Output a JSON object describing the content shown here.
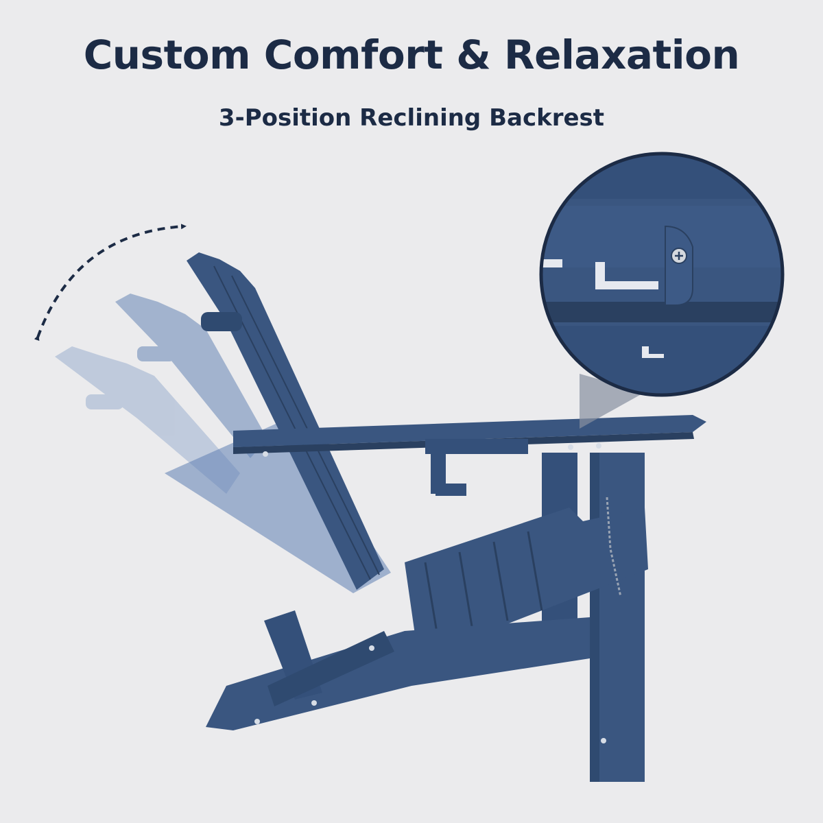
{
  "headline": "Custom Comfort & Relaxation",
  "subheadline": "3-Position Reclining Backrest",
  "colors": {
    "background": "#ebebed",
    "text": "#1c2b45",
    "chair": "#3a5680",
    "chair_dark": "#2a4060",
    "chair_ghost": "#6f8fbf"
  },
  "icons": [
    "recline-arrow-icon",
    "screw-icon"
  ],
  "features": {
    "recline_positions": 3
  }
}
